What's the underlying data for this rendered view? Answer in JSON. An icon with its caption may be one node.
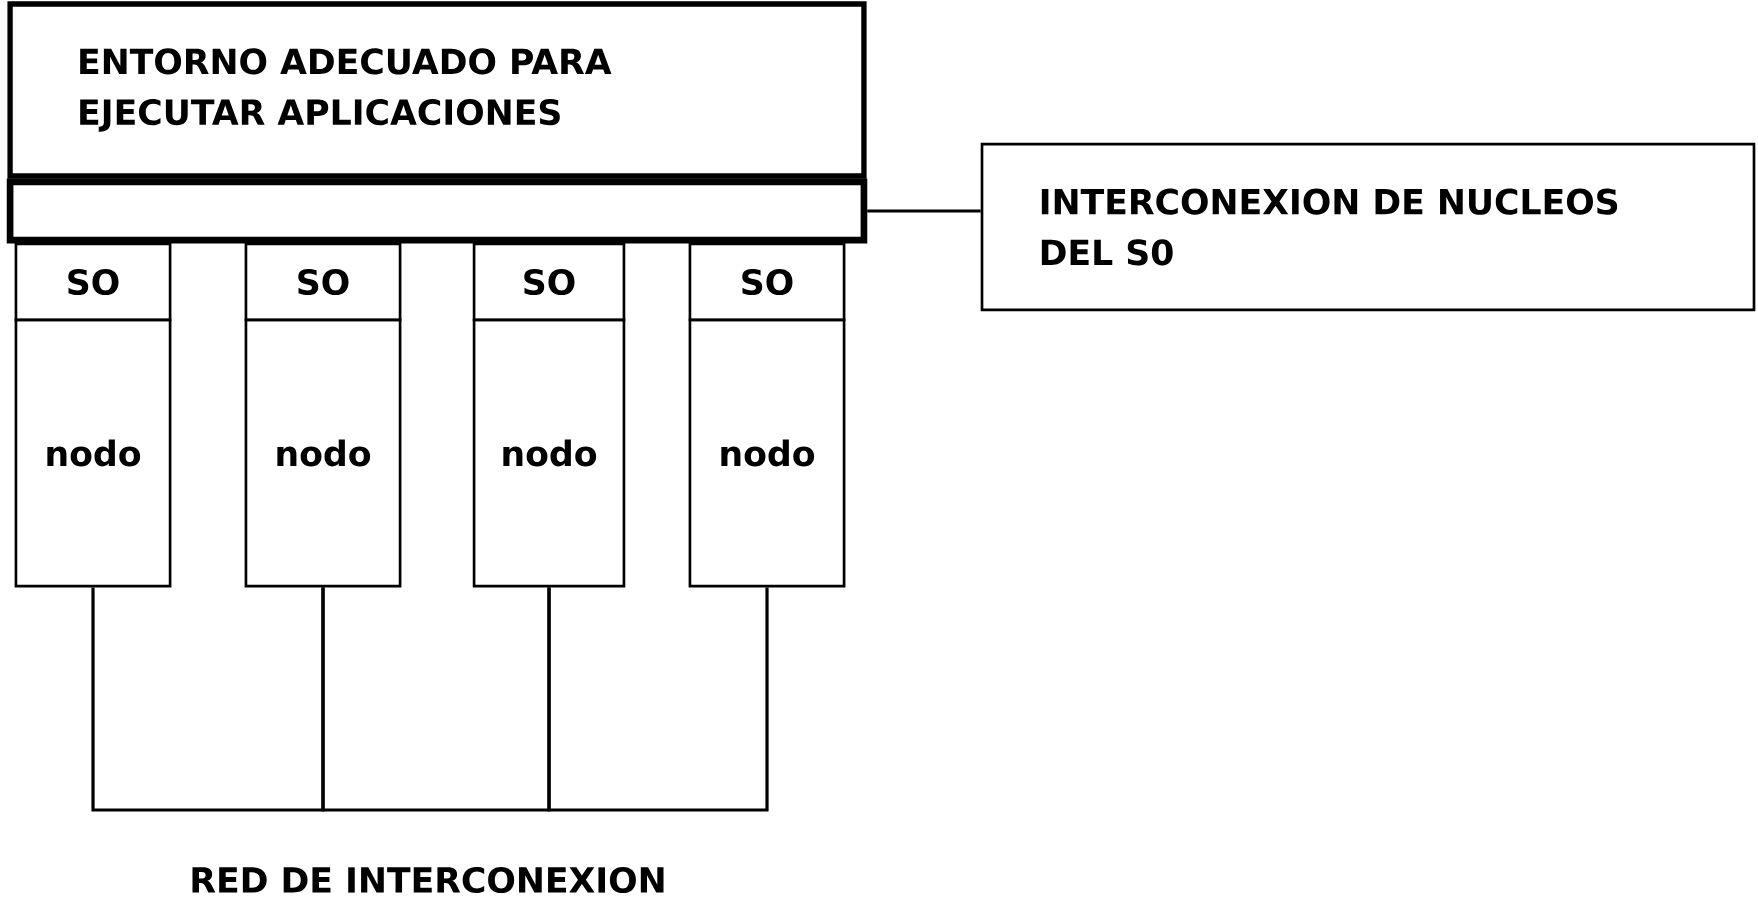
{
  "diagram": {
    "nodes": [
      {
        "text": [
          "ENTORNO ADECUADO PARA EJECUTAR APLICACIONES"
        ]
      },
      {
        "text": [],
        "shape": "bar"
      },
      {
        "text": [
          "INTERCONEXION DE NUCLEOS DEL S0"
        ]
      },
      {
        "text": [
          "SO"
        ]
      },
      {
        "text": [
          "SO"
        ]
      },
      {
        "text": [
          "SO"
        ]
      },
      {
        "text": [
          "SO"
        ]
      },
      {
        "text": [
          "nodo"
        ]
      },
      {
        "text": [
          "nodo"
        ]
      },
      {
        "text": [
          "nodo"
        ]
      },
      {
        "text": [
          "nodo"
        ]
      }
    ],
    "edges": [
      {
        "from": 1,
        "to": 2,
        "arrow": "none"
      },
      {
        "from": 7,
        "to": 8,
        "arrow": "none"
      },
      {
        "from": 8,
        "to": 9,
        "arrow": "none"
      },
      {
        "from": 9,
        "to": 10,
        "arrow": "none"
      }
    ],
    "labels": [
      "RED DE INTERCONEXION"
    ]
  }
}
